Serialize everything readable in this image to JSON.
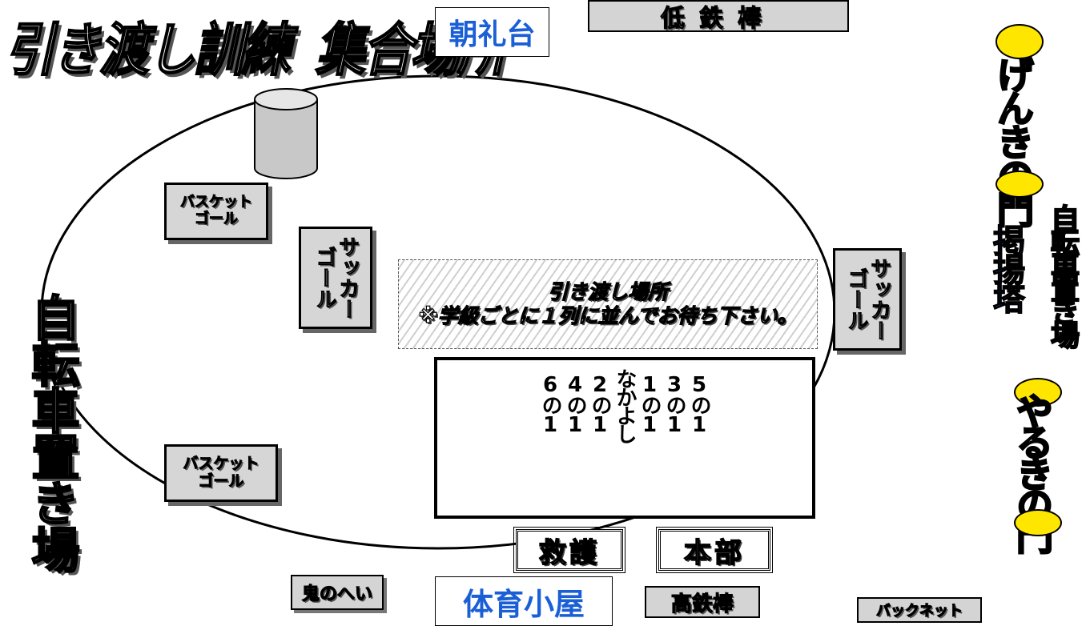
{
  "title": {
    "part1": "引き渡し訓練",
    "part2": "集合場所"
  },
  "structures": {
    "morning_stage": "朝礼台",
    "low_bar": "低鉄棒",
    "gym_shed": "体育小屋",
    "high_bar": "高鉄棒",
    "back_net": "バックネット",
    "oni_wall": "鬼のへい",
    "first_aid": "救護",
    "headquarters": "本部",
    "flag_pole": "掲揚塔"
  },
  "goals": {
    "basket_top": "バスケット\nゴール",
    "basket_bottom": "バスケット\nゴール",
    "soccer_left": "サッカー\nゴール",
    "soccer_right": "サッカー\nゴール"
  },
  "handover_zone": {
    "line1": "引き渡し場所",
    "line2": "※学級ごとに１列に並んでお待ち下さい。"
  },
  "class_order": [
    "6の1",
    "4の1",
    "2の1",
    "なかよし",
    "1の1",
    "3の1",
    "5の1"
  ],
  "bicycle_parking_left": "自転車置き場",
  "bicycle_parking_right": "自転車置き場",
  "genki_gate": "げんきの門",
  "yaruki_gate": "やるきの門",
  "colors": {
    "accent_blue": "#1a5fd6",
    "gate_yellow": "#ffe600",
    "box_gray": "#d4d4d4"
  }
}
